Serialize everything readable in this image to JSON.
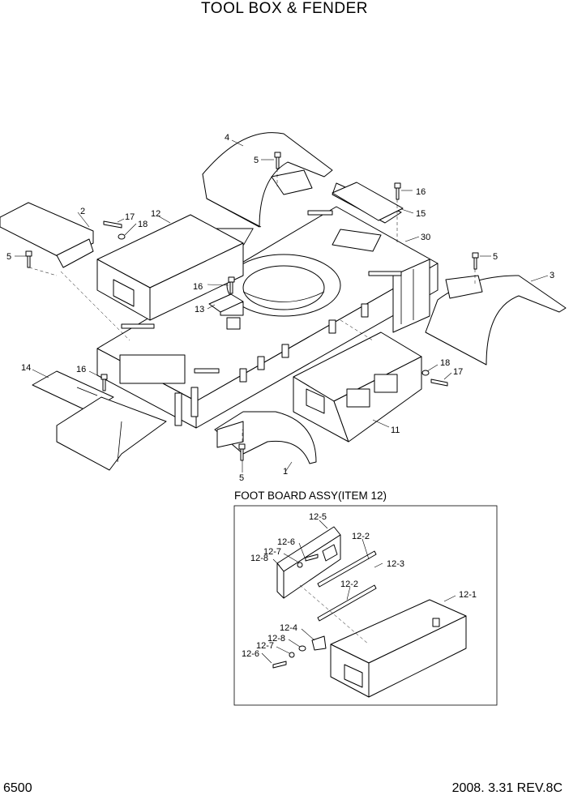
{
  "title": "TOOL BOX & FENDER",
  "page_number": "6500",
  "revision": "2008. 3.31  REV.8C",
  "subassembly_title": "FOOT BOARD ASSY(ITEM 12)",
  "callouts": {
    "c4": "4",
    "c5a": "5",
    "c2": "2",
    "c17a": "17",
    "c18a": "18",
    "c12": "12",
    "c16a": "16",
    "c15": "15",
    "c30": "30",
    "c5b": "5",
    "c5c": "5",
    "c3": "3",
    "c16b": "16",
    "c13": "13",
    "c14": "14",
    "c16c": "16",
    "c18b": "18",
    "c17b": "17",
    "c11": "11",
    "c1": "1",
    "c5d": "5"
  },
  "sub_callouts": {
    "s125": "12-5",
    "s126a": "12-6",
    "s127a": "12-7",
    "s128a": "12-8",
    "s122a": "12-2",
    "s123": "12-3",
    "s122b": "12-2",
    "s121": "12-1",
    "s124": "12-4",
    "s128b": "12-8",
    "s127b": "12-7",
    "s126b": "12-6"
  }
}
